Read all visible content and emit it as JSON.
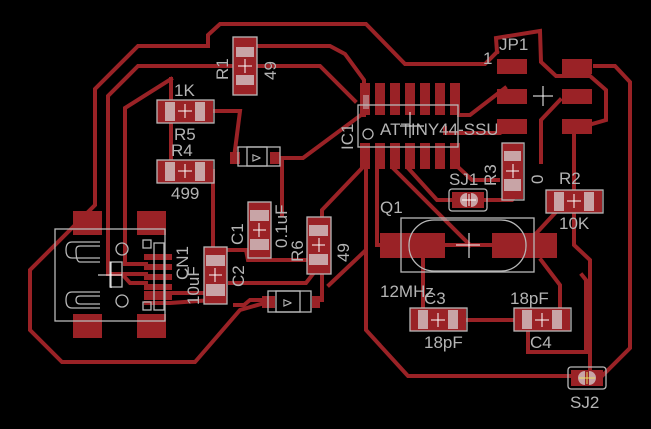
{
  "view": "pcb-board-layout",
  "colors": {
    "background": "#000000",
    "copper_top": "#9a2226",
    "silkscreen": "#b4b4b4",
    "origin_cross": "#ffffff"
  },
  "components": {
    "r1": {
      "name": "R1",
      "value": "49"
    },
    "r2": {
      "name": "R2",
      "value": "10K"
    },
    "r3": {
      "name": "R3",
      "value": "0"
    },
    "r4": {
      "name": "R4",
      "value": "499"
    },
    "r5": {
      "name": "R5",
      "value": "1K"
    },
    "r6": {
      "name": "R6",
      "value": "49"
    },
    "c1": {
      "name": "C1",
      "value": "0.1uF"
    },
    "c2": {
      "name": "C2",
      "value": "10uF"
    },
    "c3": {
      "name": "C3",
      "value": "18pF"
    },
    "c4": {
      "name": "C4",
      "value": "18pF"
    },
    "ic1": {
      "name": "IC1",
      "value": "ATTINY44-SSU"
    },
    "q1": {
      "name": "Q1",
      "value": "12MHz"
    },
    "jp1": {
      "name": "JP1",
      "pin1": "1"
    },
    "cn1": {
      "name": "CN1"
    },
    "sj1": {
      "name": "SJ1"
    },
    "sj2": {
      "name": "SJ2"
    }
  }
}
